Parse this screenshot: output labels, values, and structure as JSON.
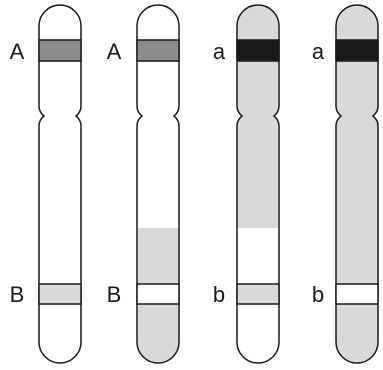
{
  "colors": {
    "light_fill": "#d9d9d9",
    "white_fill": "#ffffff",
    "dark_band": "#1a1a1a",
    "mid_band": "#8c8c8c",
    "outline": "#1a1a1a"
  },
  "chromosomes": [
    {
      "top_label": "A",
      "bottom_label": "B",
      "top_band": "mid",
      "bottom_band": "light",
      "upper_fill": "white",
      "lower_fill": "white"
    },
    {
      "top_label": "A",
      "bottom_label": "B",
      "top_band": "mid",
      "bottom_band": "white",
      "upper_fill": "white",
      "lower_fill": "light"
    },
    {
      "top_label": "a",
      "bottom_label": "b",
      "top_band": "dark",
      "bottom_band": "light",
      "upper_fill": "light",
      "lower_fill": "white"
    },
    {
      "top_label": "a",
      "bottom_label": "b",
      "top_band": "dark",
      "bottom_band": "white",
      "upper_fill": "light",
      "lower_fill": "light"
    }
  ]
}
